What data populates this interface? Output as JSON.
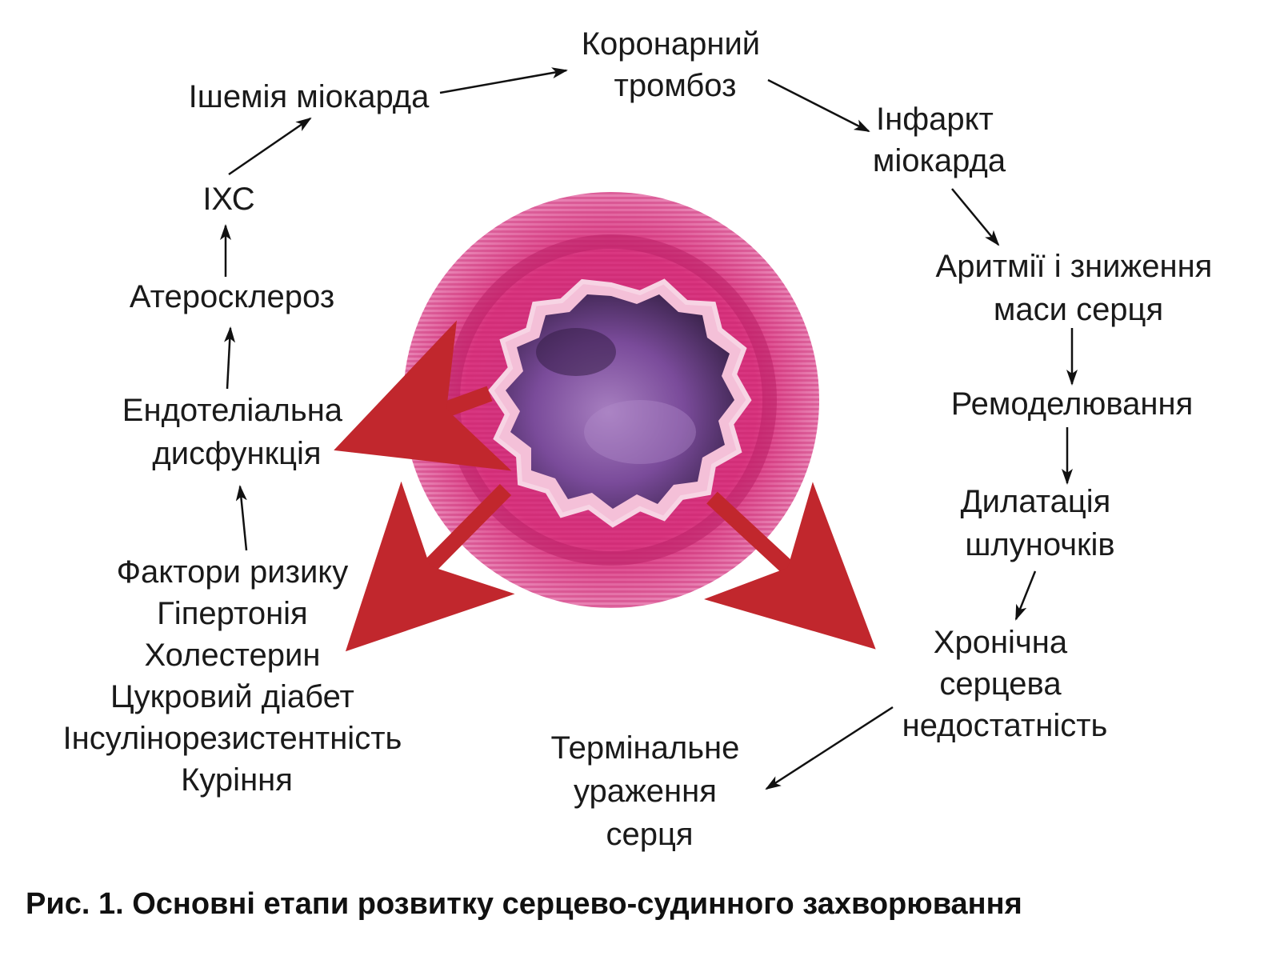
{
  "nodes": {
    "coronary_thrombosis": [
      "Коронарний",
      "тромбоз"
    ],
    "myocardial_ischemia": [
      "Ішемія міокарда"
    ],
    "myocardial_infarction": [
      "Інфаркт",
      "міокарда"
    ],
    "ihd": [
      "ІХС"
    ],
    "arrhythmia": [
      "Аритмії і зниження",
      "маси серця"
    ],
    "atherosclerosis": [
      "Атеросклероз"
    ],
    "remodeling": [
      "Ремоделювання"
    ],
    "endothelial_dysfunction": [
      "Ендотеліальна",
      "дисфункція"
    ],
    "dilation": [
      "Дилатація",
      "шлуночків"
    ],
    "risk_factors": [
      "Фактори ризику",
      "Гіпертонія",
      "Холестерин",
      "Цукровий діабет",
      "Інсулінорезистентність",
      "Куріння"
    ],
    "chronic_hf": [
      "Хронічна",
      "серцева",
      "недостатність"
    ],
    "terminal": [
      "Термінальне",
      "ураження",
      "серця"
    ]
  },
  "caption": "Рис. 1. Основні етапи розвитку серцево-судинного захворювання",
  "colors": {
    "vessel_outer": "#e0559a",
    "vessel_stripe": "#d02c78",
    "lumen": "#6b3f8f",
    "big_arrow": "#c1272d",
    "arrow": "#111111"
  }
}
